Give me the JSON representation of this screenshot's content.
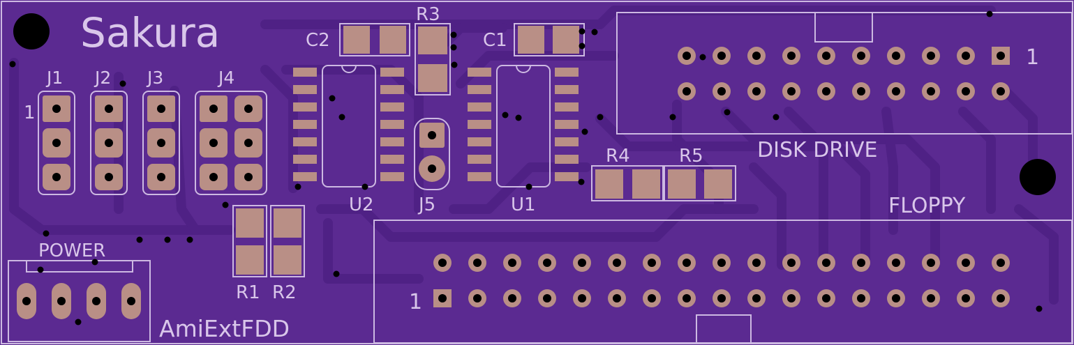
{
  "board": {
    "title": "Sakura",
    "product": "AmiExtFDD",
    "colors": {
      "board": "#5b2a91",
      "copper": "#4d1f82",
      "silkscreen": "#d9c6ea",
      "pad": "#b98f86",
      "drill": "#000000"
    }
  },
  "labels": {
    "j1": "J1",
    "j2": "J2",
    "j3": "J3",
    "j4": "J4",
    "j5": "J5",
    "pin1_jumpers": "1",
    "pin1_disk": "1",
    "pin1_floppy": "1",
    "c1": "C1",
    "c2": "C2",
    "r1": "R1",
    "r2": "R2",
    "r3": "R3",
    "r4": "R4",
    "r5": "R5",
    "u1": "U1",
    "u2": "U2",
    "power": "POWER",
    "disk_drive": "DISK DRIVE",
    "floppy": "FLOPPY"
  }
}
